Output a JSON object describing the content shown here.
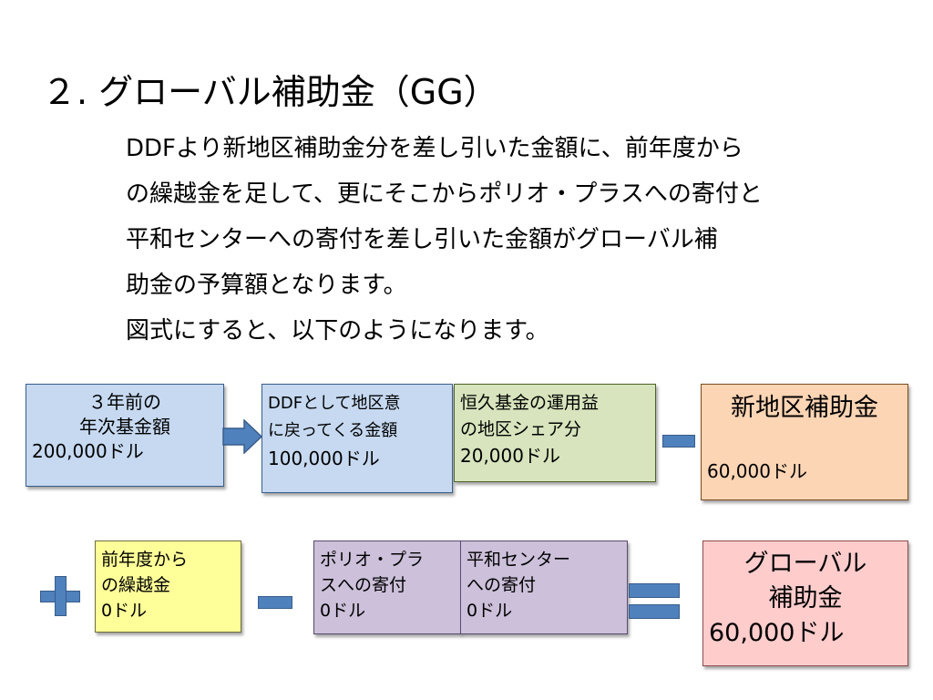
{
  "title": "２. グローバル補助金（GG）",
  "body_lines": [
    "DDFより新地区補助金分を差し引いた金額に、前年度から",
    "の繰越金を足して、更にそこからポリオ・プラスへの寄付と",
    "平和センターへの寄付を差し引いた金額がグローバル補",
    "助金の予算額となります。",
    "図式にすると、以下のようになります。"
  ],
  "diagram": {
    "box_3yr": {
      "lines": [
        "３年前の",
        "年次基金額",
        "200,000ドル"
      ]
    },
    "box_ddf_return": {
      "lines": [
        "DDFとして地区意",
        "に戻ってくる金額",
        "100,000ドル"
      ]
    },
    "box_endowment": {
      "lines": [
        "恒久基金の運用益",
        "の地区シェア分",
        "20,000ドル"
      ]
    },
    "box_new_grant": {
      "title": "新地区補助金",
      "amount": "60,000ドル"
    },
    "box_carryover": {
      "lines": [
        "前年度から",
        "の繰越金",
        "0ドル"
      ]
    },
    "box_polio": {
      "lines": [
        "ポリオ・プラ",
        "スへの寄付",
        "0ドル"
      ]
    },
    "box_peace": {
      "lines": [
        "平和センター",
        "への寄付",
        "0ドル"
      ]
    },
    "box_global_grant": {
      "lines": [
        "グローバル",
        "補助金",
        "60,000ドル"
      ]
    }
  },
  "colors": {
    "operator": "#4f81bd",
    "blue_box": "#c6d9f1",
    "green_box": "#d7e4bd",
    "orange_box": "#fcd5b5",
    "yellow_box": "#ffff99",
    "purple_box": "#ccc0da",
    "pink_box": "#ffcccc"
  },
  "icons": [
    "arrow-right-icon",
    "minus-icon",
    "plus-icon",
    "equals-icon"
  ]
}
